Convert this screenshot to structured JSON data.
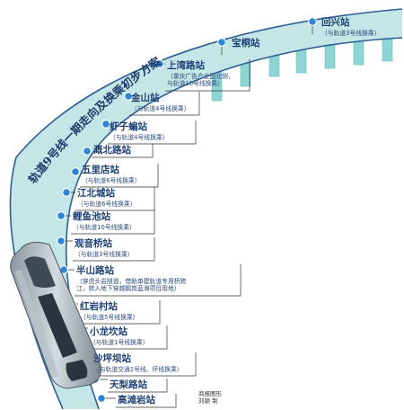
{
  "title": "轨道9号线一期走向及换乘初步方案",
  "credit": "商报图形\n刘颖 制",
  "colors": {
    "track_fill": "#c4e6e6",
    "track_edge": "#2e5f94",
    "pillar": "#8fd4d4",
    "dot": "#2f86d8",
    "label": "#1c3f73"
  },
  "stations": [
    {
      "name": "回兴站",
      "note": "（与轨道3号线换乘）"
    },
    {
      "name": "宝桐站",
      "note": ""
    },
    {
      "name": "上湾路站",
      "note": "（重庆广告产业园北侧，\n与轨道10号线换乘）"
    },
    {
      "name": "金山站",
      "note": "（与轨道4号线换乘）"
    },
    {
      "name": "虾子蝙站",
      "note": "（与轨道4号线换乘）"
    },
    {
      "name": "溉北路站",
      "note": ""
    },
    {
      "name": "五里店站",
      "note": "（与轨道6号线换乘）"
    },
    {
      "name": "江北城站",
      "note": "（与轨道6号线换乘）"
    },
    {
      "name": "鲤鱼池站",
      "note": "（与轨道10号线换乘）"
    },
    {
      "name": "观音桥站",
      "note": "（与轨道3号线换乘）"
    },
    {
      "name": "半山路站",
      "note": "（穿虎头岩隧道，借助单建轨道专用桥跨\n江，转入地下穿越鹅岗蓝海项目用地）"
    },
    {
      "name": "红岩村站",
      "note": "（与轨道5号线换乘）"
    },
    {
      "name": "小龙坎站",
      "note": "（与轨道1号线换乘）"
    },
    {
      "name": "沙坪坝站",
      "note": "（与轨道交通1号线、环线换乘）"
    },
    {
      "name": "天梨路站",
      "note": ""
    },
    {
      "name": "高滩岩站",
      "note": ""
    }
  ]
}
